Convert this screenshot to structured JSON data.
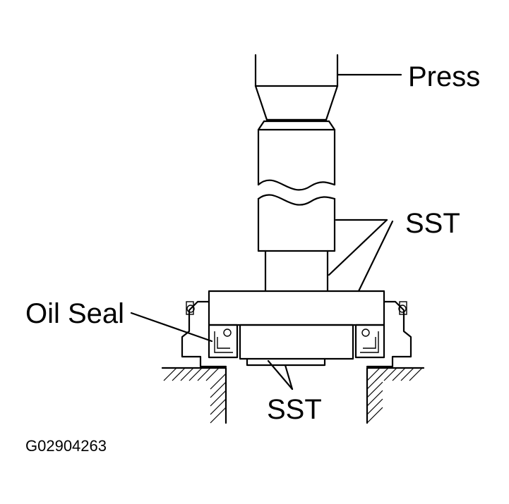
{
  "labels": {
    "press": "Press",
    "sst_upper": "SST",
    "oil_seal": "Oil Seal",
    "sst_lower": "SST",
    "figure_code": "G02904263"
  },
  "icons": [
    "press-ram",
    "sst-driver-tool",
    "oil-seal",
    "housing-case",
    "work-bench-supports"
  ]
}
